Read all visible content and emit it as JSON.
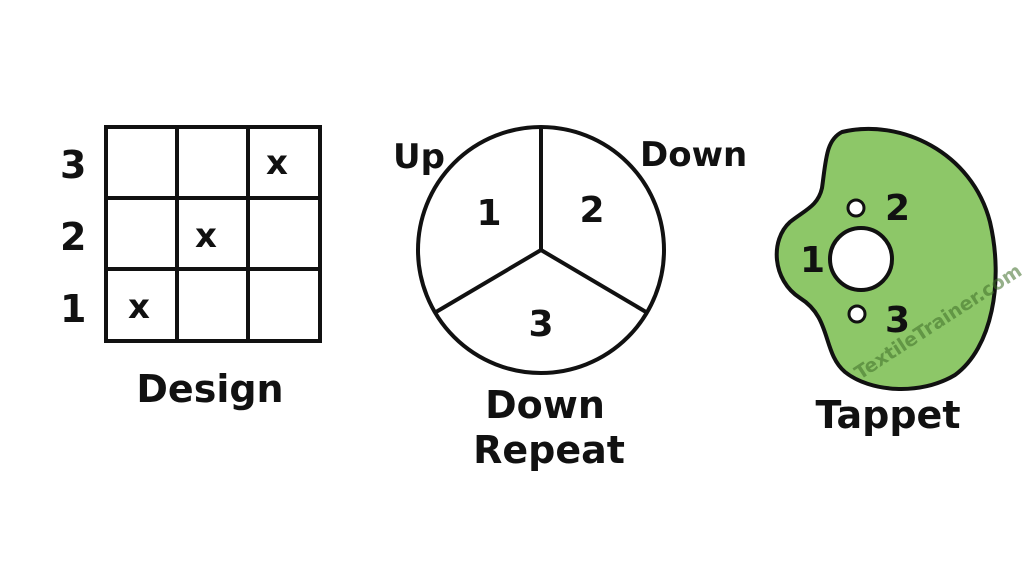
{
  "design": {
    "title": "Design",
    "row_labels": [
      "3",
      "2",
      "1"
    ],
    "mark": "x",
    "marks_by_row": [
      {
        "row": "3",
        "col": 3
      },
      {
        "row": "2",
        "col": 2
      },
      {
        "row": "1",
        "col": 1
      }
    ]
  },
  "repeat": {
    "title_line1": "Down",
    "title_line2": "Repeat",
    "label_up": "Up",
    "label_down": "Down",
    "sectors": [
      "1",
      "2",
      "3"
    ]
  },
  "tappet": {
    "title": "Tappet",
    "fill_color": "#8dc768",
    "labels": [
      "1",
      "2",
      "3"
    ],
    "watermark": "TextileTrainer.com"
  }
}
